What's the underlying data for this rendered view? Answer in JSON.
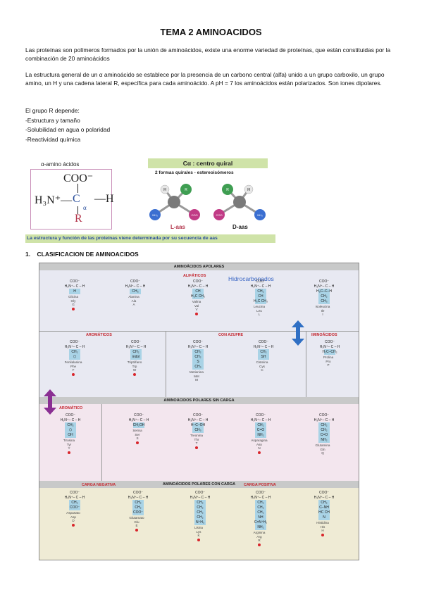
{
  "title": "TEMA 2 AMINOACIDOS",
  "paragraphs": [
    "Las proteínas son polímeros formados por la unión de aminoácidos, existe una enorme variedad de proteínas, que están constituidas por la combinación de 20 aminoácidos",
    "La estructura general de un α aminoácido se establece por la presencia de un carbono central (alfa) unido a un grupo carboxilo, un grupo amino, un H y una cadena lateral R, específica para cada aminoácido. A pH = 7 los aminoácidos están polarizados. Son iones dipolares."
  ],
  "r_group": {
    "intro": "El grupo R depende:",
    "items": [
      "-Estructura y tamaño",
      "-Solubilidad en agua o polaridad",
      "-Reactividad química"
    ]
  },
  "alpha_figure": {
    "label": "α-amino ácidos",
    "coo": "COO⁻",
    "amine": "H₃N⁺—",
    "carbon": "C",
    "alpha": "α",
    "hydrogen": "—H",
    "r": "R"
  },
  "chiral_figure": {
    "title": "Cα : centro quiral",
    "subtitle": "2  formas quirales - estereoisómeros",
    "l_label": "L-aas",
    "d_label": "D-aas",
    "atom_h": "H",
    "atom_r": "R",
    "atom_nh3": "NH₃",
    "atom_coo": "COO",
    "colors": {
      "carbon": "#7a7a7a",
      "h": "#e6e6e6",
      "r": "#3f9e52",
      "nh3": "#3b6fd1",
      "coo": "#c13b86"
    }
  },
  "banner": "La estructura y función de las proteínas viene determinada por su secuencia de aas",
  "section": {
    "number": "1.",
    "title": "CLASIFICACION DE AMINOACIDOS"
  },
  "table": {
    "bands": {
      "apolar": "AMINOÁCIDOS APOLARES",
      "polar": "AMINOÁCIDOS POLARES SIN CARGA",
      "charged": "AMINOÁCIDOS POLARES CON CARGA"
    },
    "sub_labels": {
      "alifaticos": "ALIFÁTICOS",
      "hidrocarbonados": "Hidrocarbonados",
      "aromaticos": "AROMÁTICOS",
      "azufre": "CON AZUFRE",
      "iminoacidos": "IMINOÁCIDOS",
      "aromatico": "AROMÁTICO",
      "negativa": "CARGA NEGATIVA",
      "positiva": "CARGA POSITIVA"
    },
    "common": {
      "coo": "COO⁻",
      "amine": "H₃N⁺– C – H"
    },
    "amino_acids": [
      {
        "name": "Glicina",
        "three": "Gly",
        "one": "G",
        "side": [
          "H"
        ],
        "essential": true
      },
      {
        "name": "Alanina",
        "three": "Ala",
        "one": "A",
        "side": [
          "CH₃"
        ],
        "essential": false
      },
      {
        "name": "Valina",
        "three": "Val",
        "one": "V",
        "side": [
          "CH",
          "H₃C  CH₃"
        ],
        "essential": true
      },
      {
        "name": "Leucina",
        "three": "Leu",
        "one": "L",
        "side": [
          "CH₂",
          "CH",
          "H₃C  CH₃"
        ],
        "essential": false
      },
      {
        "name": "Isoleucina",
        "three": "Ile",
        "one": "I",
        "side": [
          "H₃C–C–H",
          "CH₂",
          "CH₃"
        ],
        "essential": false
      },
      {
        "name": "Fenilalanina",
        "three": "Phe",
        "one": "F",
        "side": [
          "CH₂",
          "⬡"
        ],
        "essential": true
      },
      {
        "name": "Triptófano",
        "three": "Trp",
        "one": "W",
        "side": [
          "CH₂",
          "indol"
        ],
        "essential": true
      },
      {
        "name": "Metionina",
        "three": "Met",
        "one": "M",
        "side": [
          "CH₂",
          "CH₂",
          "S",
          "CH₃"
        ],
        "essential": false
      },
      {
        "name": "Cisteína",
        "three": "Cys",
        "one": "C",
        "side": [
          "CH₂",
          "SH"
        ],
        "essential": false
      },
      {
        "name": "Prolina",
        "three": "Pro",
        "one": "P",
        "side": [
          "H₂C–CH₂"
        ],
        "essential": false
      },
      {
        "name": "Tirosina",
        "three": "Tyr",
        "one": "Y",
        "side": [
          "CH₂",
          "⬡",
          "OH"
        ],
        "essential": true
      },
      {
        "name": "Serina",
        "three": "Ser",
        "one": "S",
        "side": [
          "CH₂OH"
        ],
        "essential": true
      },
      {
        "name": "Treonina",
        "three": "Thr",
        "one": "T",
        "side": [
          "H–C–OH",
          "CH₃"
        ],
        "essential": true
      },
      {
        "name": "Asparagina",
        "three": "Asn",
        "one": "N",
        "side": [
          "CH₂",
          "C=O",
          "NH₂"
        ],
        "essential": true
      },
      {
        "name": "Glutamina",
        "three": "Gln",
        "one": "Q",
        "side": [
          "CH₂",
          "CH₂",
          "C=O",
          "NH₂"
        ],
        "essential": false
      },
      {
        "name": "Aspartato",
        "three": "Asp",
        "one": "D",
        "side": [
          "CH₂",
          "COO⁻"
        ],
        "essential": true
      },
      {
        "name": "Glutamato",
        "three": "Glu",
        "one": "E",
        "side": [
          "CH₂",
          "CH₂",
          "COO⁻"
        ],
        "essential": true
      },
      {
        "name": "Lisina",
        "three": "Lys",
        "one": "K",
        "side": [
          "CH₂",
          "CH₂",
          "CH₂",
          "CH₂",
          "N⁺H₃"
        ],
        "essential": true
      },
      {
        "name": "Arginina",
        "three": "Arg",
        "one": "R",
        "side": [
          "CH₂",
          "CH₂",
          "CH₂",
          "NH",
          "C=N⁺H₂",
          "NH₂"
        ],
        "essential": true
      },
      {
        "name": "Histidina",
        "three": "His",
        "one": "H",
        "side": [
          "CH₂",
          "C–NH",
          "HC  CH",
          "N"
        ],
        "essential": true
      }
    ]
  }
}
